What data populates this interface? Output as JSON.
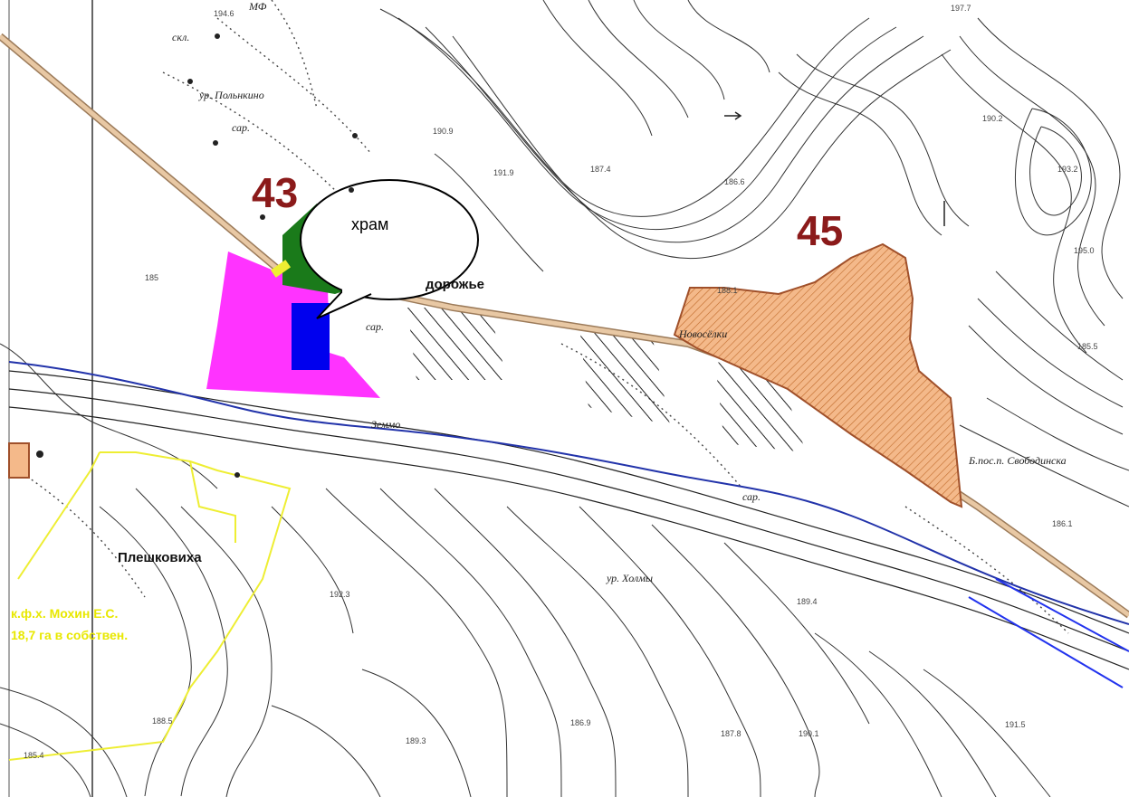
{
  "zones": {
    "zone_43": "43",
    "zone_45": "45"
  },
  "callout": {
    "text": "храм"
  },
  "place_names": {
    "dorozhye": "дорожье",
    "pleshkoviha": "Плешковиха",
    "poshkino": "ур. Польнкино",
    "kholmy": "ур. Холмы",
    "zemmo": "Земмо",
    "village_east": "Новосёлки",
    "pos_svobodnaya": "Б.пос.п. Свободинска",
    "mf": "МФ",
    "sk": "скл.",
    "sp": "сар.",
    "sp2": "сар.",
    "sp3": "сар."
  },
  "yellow_text": {
    "line1": "к.ф.х. Мохин Е.С.",
    "line2": "18,7 га в собствен."
  },
  "elevations": [
    "185",
    "194.6",
    "186.6",
    "190.2",
    "187.4",
    "193.2",
    "197.7",
    "191.9",
    "195.0",
    "185.5",
    "186.1",
    "192.3",
    "188.5",
    "189.3",
    "186.9",
    "187.8",
    "190.1",
    "191.5",
    "189.4",
    "188.1",
    "185.4",
    "190.9"
  ],
  "colors": {
    "zone_43_magenta": "#ff33ff",
    "zone_43_green": "#1a7a1a",
    "zone_43_blue": "#0000ee",
    "zone_45_orange": "#f4b98a",
    "zone_label": "#8b1a1a",
    "road": "#e8c8a4",
    "river": "#2233aa",
    "owner_boundary": "#eeee33"
  }
}
